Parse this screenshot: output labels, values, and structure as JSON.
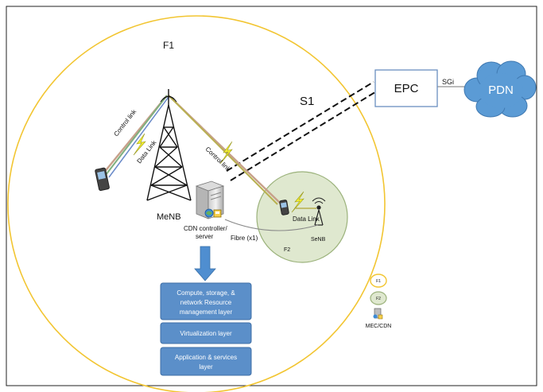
{
  "labels": {
    "f1": "F1",
    "s1": "S1",
    "epc": "EPC",
    "sgi": "SGi",
    "pdn": "PDN",
    "control_link_left": "Control link",
    "data_link_left": "Data Link",
    "control_link_right": "Control link",
    "data_link_right": "Data Link",
    "menb": "MeNB",
    "cdn_line1": "CDN controller/",
    "cdn_line2": "server",
    "fibre": "Fibre (x1)",
    "senb": "SeNB",
    "f2": "F2"
  },
  "layers": {
    "compute_l1": "Compute, storage, &",
    "compute_l2": "network Resource",
    "compute_l3": "management layer",
    "virtualization": "Virtualization layer",
    "app_l1": "Application & services",
    "app_l2": "layer"
  },
  "legend": {
    "f1": "F1",
    "f2": "F2",
    "mec": "MEC/CDN"
  },
  "colors": {
    "f1_circle": "#f2c531",
    "f2_fill": "#dfe8cf",
    "f2_stroke": "#9bb27b",
    "box_blue": "#5b8fc9",
    "pdn_cloud": "#5b9bd5",
    "arrow_blue": "#4f8ed0"
  }
}
